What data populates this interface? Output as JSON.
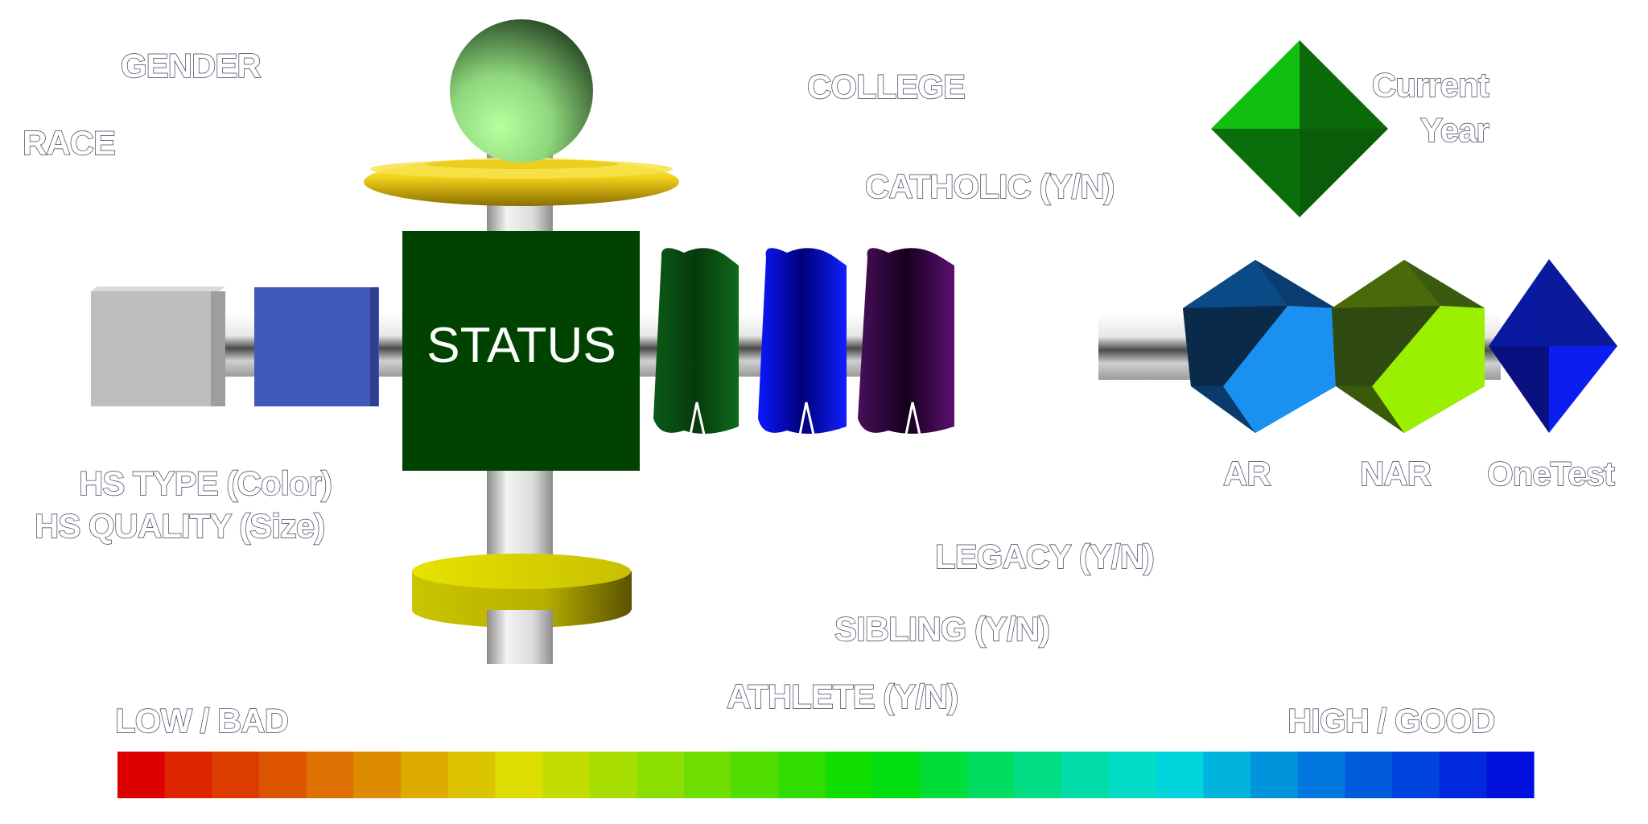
{
  "labels": {
    "gender": "GENDER",
    "race": "RACE",
    "college": "COLLEGE",
    "catholic": "CATHOLIC (Y/N)",
    "current_year_line1": "Current",
    "current_year_line2": "Year",
    "status": "STATUS",
    "hs_type": "HS TYPE (Color)",
    "hs_quality": "HS QUALITY (Size)",
    "legacy": "LEGACY (Y/N)",
    "sibling": "SIBLING (Y/N)",
    "athlete": "ATHLETE (Y/N)",
    "ar": "AR",
    "nar": "NAR",
    "onetest": "OneTest",
    "low_bad": "LOW / BAD",
    "high_good": "HIGH / GOOD"
  },
  "colors": {
    "gender_sphere": "#9bef8a",
    "race_ring": "#f2d21a",
    "status_block": "#004200",
    "hs_gray_block": "#bdbdbd",
    "hs_blue_block": "#4159bb",
    "ring_green": "#0a4a12",
    "ring_blue": "#0a0aee",
    "ring_purple": "#3a0a46",
    "sibling_disc": "#d8d400",
    "current_year_octa": "#10b010",
    "ar_icosa": "#1a88e8",
    "nar_icosa": "#9ae800",
    "onetest_octa": "#0a1ce8"
  },
  "scale": {
    "colors": [
      "#dd0000",
      "#dd2400",
      "#dd3c00",
      "#dd5400",
      "#dd7000",
      "#dd8c00",
      "#ddaa00",
      "#ddc400",
      "#dddd00",
      "#c4dd00",
      "#a8dd00",
      "#8cdd00",
      "#70dd00",
      "#50dd00",
      "#30dd00",
      "#10dd00",
      "#00dd10",
      "#00dd38",
      "#00dd60",
      "#00dd84",
      "#00dda8",
      "#00dcc8",
      "#00d4dd",
      "#00b4dd",
      "#0094dd",
      "#0078dd",
      "#005cdd",
      "#0044dd",
      "#0028dd",
      "#0010dd"
    ]
  }
}
